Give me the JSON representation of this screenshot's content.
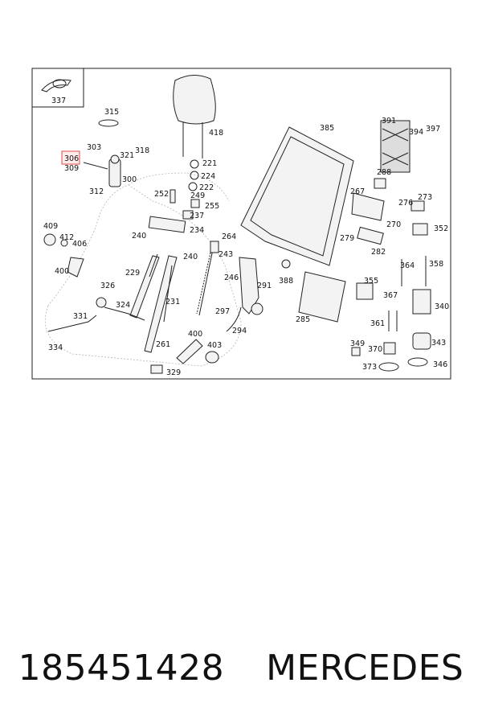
{
  "parts": {
    "p337": "337",
    "p315": "315",
    "p303": "303",
    "p306": "306",
    "p309": "309",
    "p321": "321",
    "p318": "318",
    "p300": "300",
    "p312": "312",
    "p418": "418",
    "p221": "221",
    "p224": "224",
    "p222": "222",
    "p252": "252",
    "p249": "249",
    "p255": "255",
    "p237": "237",
    "p234": "234",
    "p240a": "240",
    "p240b": "240",
    "p264": "264",
    "p243": "243",
    "p229": "229",
    "p246": "246",
    "p231": "231",
    "p297": "297",
    "p291": "291",
    "p294": "294",
    "p409": "409",
    "p412": "412",
    "p406": "406",
    "p400a": "400",
    "p326": "326",
    "p324": "324",
    "p331": "331",
    "p334": "334",
    "p261": "261",
    "p400b": "400",
    "p403": "403",
    "p329": "329",
    "p385": "385",
    "p388": "388",
    "p285": "285",
    "p391": "391",
    "p394": "394",
    "p397": "397",
    "p288": "288",
    "p267": "267",
    "p276": "276",
    "p273": "273",
    "p270": "270",
    "p279": "279",
    "p282": "282",
    "p352": "352",
    "p364": "364",
    "p358": "358",
    "p355": "355",
    "p367": "367",
    "p340": "340",
    "p361": "361",
    "p349": "349",
    "p370": "370",
    "p343": "343",
    "p373": "373",
    "p346": "346"
  },
  "caption": {
    "part_number": "185451428",
    "brand": "MERCEDES"
  }
}
